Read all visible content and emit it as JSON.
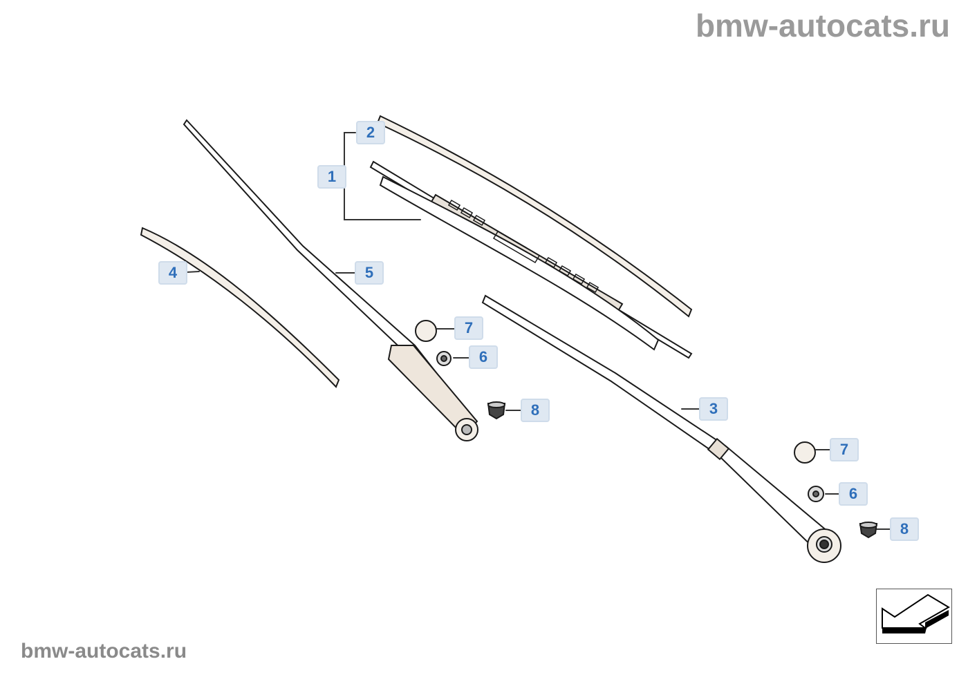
{
  "watermark_top": "bmw-autocats.ru",
  "watermark_bottom": "bmw-autocats.ru",
  "callouts": [
    {
      "id": "callout-2",
      "label": "2"
    },
    {
      "id": "callout-1",
      "label": "1"
    },
    {
      "id": "callout-5",
      "label": "5"
    },
    {
      "id": "callout-4",
      "label": "4"
    },
    {
      "id": "callout-7a",
      "label": "7"
    },
    {
      "id": "callout-6a",
      "label": "6"
    },
    {
      "id": "callout-8a",
      "label": "8"
    },
    {
      "id": "callout-3",
      "label": "3"
    },
    {
      "id": "callout-7b",
      "label": "7"
    },
    {
      "id": "callout-6b",
      "label": "6"
    },
    {
      "id": "callout-8b",
      "label": "8"
    }
  ],
  "colors": {
    "callout_text": "#2f6fba",
    "callout_bg": "#dfe8f2"
  }
}
